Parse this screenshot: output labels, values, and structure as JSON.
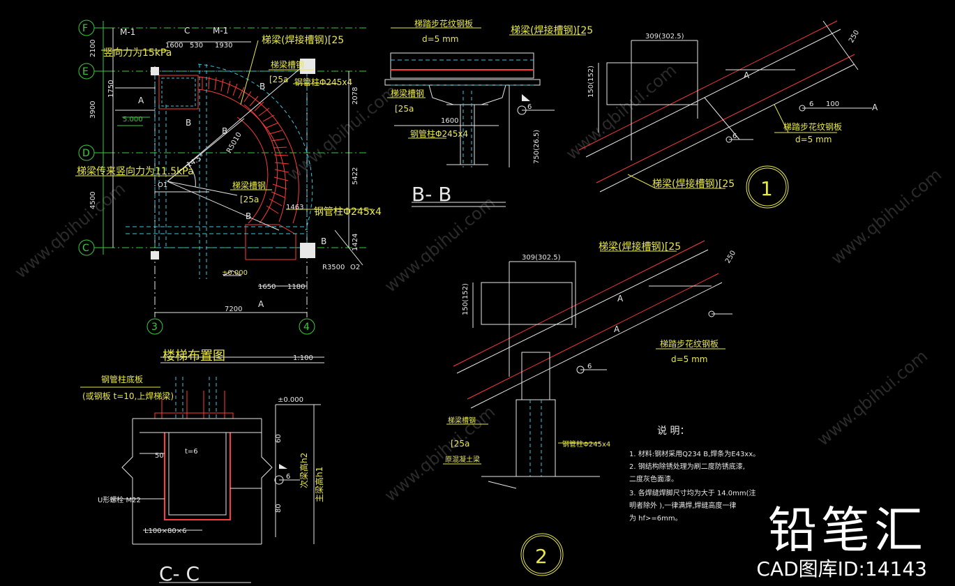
{
  "plan": {
    "title": "楼梯布置图",
    "scale": "1:100",
    "axes": {
      "F": "F",
      "E": "E",
      "D": "D",
      "C": "C",
      "n3": "3",
      "n4": "4"
    },
    "dims_left": [
      "2100",
      "1750",
      "3900",
      "4500"
    ],
    "dims_top": [
      "1600",
      "530",
      "1930"
    ],
    "dims_bottom": [
      "1650",
      "1180",
      "7200"
    ],
    "dims_right": [
      "2078",
      "5422",
      "1424",
      "1463"
    ],
    "labels": {
      "m1a": "M-1",
      "m1b": "M-1",
      "c_top": "C",
      "vertical_force_15": "竖向力为15kPa",
      "beam_weld_channel": "梯梁(焊接槽钢)[25",
      "beam_channel": "梯梁槽钢",
      "channel_25a": "[25a",
      "steel_pipe_col": "钢管柱Φ245x4",
      "steel_pipe_col2": "钢管柱Φ245x4",
      "beam_channel2": "梯梁槽钢",
      "channel_25a2": "[25a",
      "beam_vertical_force": "梯梁传来竖向力为11.5kPa",
      "a_mark": "A",
      "a_bottom": "A",
      "b1": "B",
      "b2": "B",
      "b3": "B",
      "b4": "B",
      "b5": "B",
      "o1": "O1",
      "o2": "O2",
      "r3500": "R3500",
      "r5010": "R5010",
      "elev": "5.000",
      "elev0": "±0.000",
      "angle": "14.5°"
    }
  },
  "section_bb": {
    "title": "B- B",
    "tread": "梯踏步花纹钢板",
    "tread_t": "d=5 mm",
    "beam": "梯梁(焊接槽钢)[25",
    "channel": "梯梁槽钢",
    "channel_size": "[25a",
    "pipe": "钢管柱Φ245x4",
    "dim_1600": "1600",
    "dim_750": "750(26.5)",
    "weld": "6"
  },
  "detail1": {
    "circle": "1",
    "dim_309": "309(302.5)",
    "dim_150": "150(152)",
    "dim_250": "250",
    "tread": "梯踏步花纹钢板",
    "tread_t": "d=5 mm",
    "beam": "梯梁(焊接槽钢)[25",
    "a": "A",
    "weld6": "6",
    "weld100": "100",
    "weld_a": "A"
  },
  "detail2": {
    "circle": "2",
    "dim_309": "309(302.5)",
    "dim_150": "150(152)",
    "dim_250": "250",
    "beam": "梯梁(焊接槽钢)[25",
    "tread": "梯踏步花纹钢板",
    "tread_t": "d=5 mm",
    "a1": "A",
    "a2": "A",
    "channel": "梯梁槽钢",
    "channel_size": "[25a",
    "pipe": "钢管柱Φ245x4",
    "ground": "原混凝土梁",
    "weld6": "6"
  },
  "section_cc": {
    "title": "C- C",
    "base": "钢管柱底板",
    "base_note": "(或钢板 t=10,上焊梯梁)",
    "elev": "±0.000",
    "t6": "t=6",
    "dim50": "50",
    "dim60": "60",
    "dim80": "80",
    "bolt": "U形螺栓 M22",
    "angle": "L100×80×6",
    "h2": "次梁高h2",
    "h1": "主梁高h1",
    "weld": "6"
  },
  "notes": {
    "title": "说 明：",
    "items": [
      "1. 材料:钢材采用Q234 B,焊条为E43xx。",
      "2. 钢结构除锈处理为刷二度防锈底漆,",
      "   二度灰色面漆。",
      "3. 各焊缝焊脚尺寸均为大于 14.0mm(注",
      "   明者除外 ),一律满焊,焊缝高度一律",
      "   为 hf>=6mm。"
    ]
  },
  "watermark": {
    "brand": "铅笔汇",
    "id": "CAD图库ID:14143",
    "repeat": "www.qbihui.com"
  },
  "colors": {
    "background": "#000000",
    "yellow": "#e8e84a",
    "red": "#ff3b3b",
    "green": "#3ccc3c",
    "cyan": "#38c8e0",
    "white": "#e8e8e8"
  }
}
